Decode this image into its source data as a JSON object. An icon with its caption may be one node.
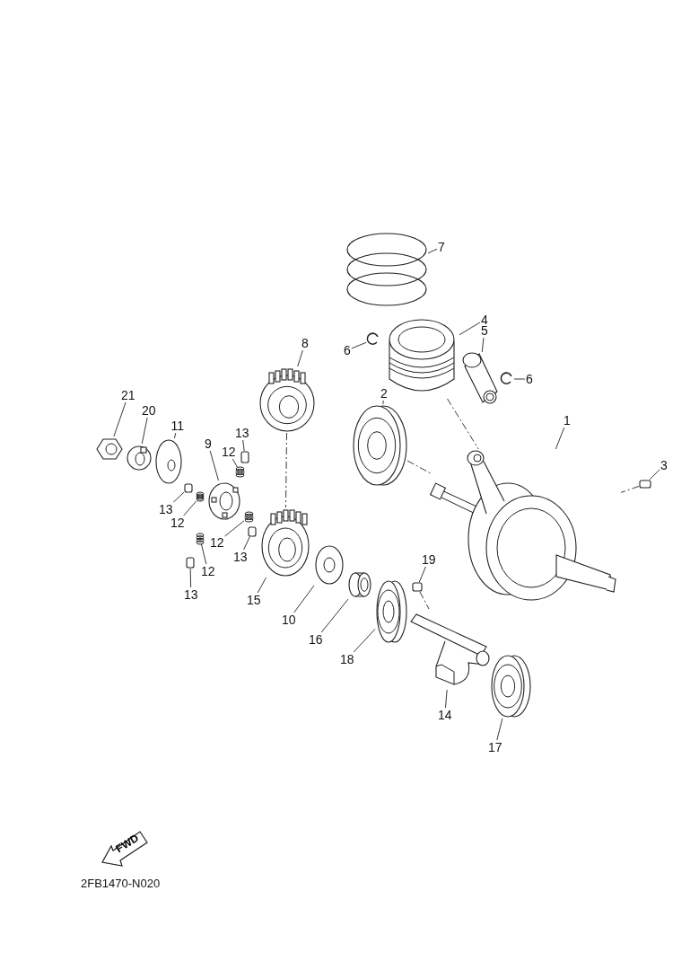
{
  "diagram": {
    "nodes": [
      {
        "text": [
          "7"
        ]
      },
      {
        "text": [],
        "shape": "picture"
      },
      {
        "text": [
          "4"
        ]
      },
      {
        "text": [],
        "shape": "picture"
      },
      {
        "text": [
          "6"
        ]
      },
      {
        "text": [],
        "shape": "picture"
      },
      {
        "text": [
          "5"
        ]
      },
      {
        "text": [],
        "shape": "picture"
      },
      {
        "text": [
          "8"
        ]
      },
      {
        "text": [],
        "shape": "picture"
      },
      {
        "text": [
          "6"
        ]
      },
      {
        "text": [],
        "shape": "picture"
      },
      {
        "text": [
          "2"
        ]
      },
      {
        "text": [],
        "shape": "picture"
      },
      {
        "text": [
          "21"
        ]
      },
      {
        "text": [],
        "shape": "picture"
      },
      {
        "text": [
          "20"
        ]
      },
      {
        "text": [],
        "shape": "picture"
      },
      {
        "text": [
          "11"
        ]
      },
      {
        "text": [],
        "shape": "picture"
      },
      {
        "text": [
          "1"
        ]
      },
      {
        "text": [],
        "shape": "picture"
      },
      {
        "text": [
          "9"
        ]
      },
      {
        "text": [],
        "shape": "picture"
      },
      {
        "text": [
          "13"
        ]
      },
      {
        "text": [],
        "shape": "box"
      },
      {
        "text": [
          "12"
        ]
      },
      {
        "text": [],
        "shape": "picture"
      },
      {
        "text": [
          "3"
        ]
      },
      {
        "text": [],
        "shape": "box"
      },
      {
        "text": [
          "13"
        ]
      },
      {
        "text": [],
        "shape": "box"
      },
      {
        "text": [
          "12"
        ]
      },
      {
        "text": [],
        "shape": "picture"
      },
      {
        "text": [
          "12"
        ]
      },
      {
        "text": [],
        "shape": "picture"
      },
      {
        "text": [
          "13"
        ]
      },
      {
        "text": [],
        "shape": "box"
      },
      {
        "text": [
          "19"
        ]
      },
      {
        "text": [],
        "shape": "box"
      },
      {
        "text": [
          "12"
        ]
      },
      {
        "text": [],
        "shape": "picture"
      },
      {
        "text": [
          "13"
        ]
      },
      {
        "text": [],
        "shape": "box"
      },
      {
        "text": [
          "15"
        ]
      },
      {
        "text": [],
        "shape": "picture"
      },
      {
        "text": [
          "10"
        ]
      },
      {
        "text": [],
        "shape": "picture"
      },
      {
        "text": [
          "16"
        ]
      },
      {
        "text": [],
        "shape": "cylinder"
      },
      {
        "text": [
          "18"
        ]
      },
      {
        "text": [],
        "shape": "picture"
      },
      {
        "text": [
          "14"
        ]
      },
      {
        "text": [],
        "shape": "picture"
      },
      {
        "text": [
          "17"
        ]
      },
      {
        "text": [],
        "shape": "picture"
      },
      {
        "text": [
          "FWD"
        ]
      }
    ],
    "edges": [
      {
        "from": 0,
        "to": 1,
        "arrow": "none"
      },
      {
        "from": 2,
        "to": 3,
        "arrow": "none"
      },
      {
        "from": 4,
        "to": 5,
        "arrow": "none"
      },
      {
        "from": 6,
        "to": 7,
        "arrow": "none"
      },
      {
        "from": 8,
        "to": 9,
        "arrow": "none"
      },
      {
        "from": 10,
        "to": 11,
        "arrow": "none"
      },
      {
        "from": 12,
        "to": 13,
        "arrow": "none"
      },
      {
        "from": 14,
        "to": 15,
        "arrow": "none"
      },
      {
        "from": 16,
        "to": 17,
        "arrow": "none"
      },
      {
        "from": 18,
        "to": 19,
        "arrow": "none"
      },
      {
        "from": 20,
        "to": 21,
        "arrow": "none"
      },
      {
        "from": 22,
        "to": 23,
        "arrow": "none"
      },
      {
        "from": 24,
        "to": 25,
        "arrow": "none"
      },
      {
        "from": 26,
        "to": 27,
        "arrow": "none"
      },
      {
        "from": 28,
        "to": 29,
        "arrow": "none"
      },
      {
        "from": 30,
        "to": 31,
        "arrow": "none"
      },
      {
        "from": 32,
        "to": 33,
        "arrow": "none"
      },
      {
        "from": 34,
        "to": 35,
        "arrow": "none"
      },
      {
        "from": 36,
        "to": 37,
        "arrow": "none"
      },
      {
        "from": 38,
        "to": 39,
        "arrow": "none"
      },
      {
        "from": 40,
        "to": 41,
        "arrow": "none"
      },
      {
        "from": 42,
        "to": 43,
        "arrow": "none"
      },
      {
        "from": 44,
        "to": 45,
        "arrow": "none"
      },
      {
        "from": 46,
        "to": 47,
        "arrow": "none"
      },
      {
        "from": 48,
        "to": 49,
        "arrow": "none"
      },
      {
        "from": 50,
        "to": 51,
        "arrow": "none"
      },
      {
        "from": 52,
        "to": 53,
        "arrow": "none"
      },
      {
        "from": 54,
        "to": 55,
        "arrow": "none"
      },
      {
        "from": 9,
        "to": 45,
        "arrow": "none",
        "style": "dashed"
      },
      {
        "from": 13,
        "to": 21,
        "arrow": "none",
        "style": "dashed"
      },
      {
        "from": 3,
        "to": 21,
        "arrow": "none",
        "style": "dashed"
      },
      {
        "from": 29,
        "to": 21,
        "arrow": "none",
        "style": "dashed"
      },
      {
        "from": 39,
        "to": 53,
        "arrow": "none",
        "style": "dashed"
      }
    ],
    "labels": [
      "2FB1470-N020"
    ]
  }
}
